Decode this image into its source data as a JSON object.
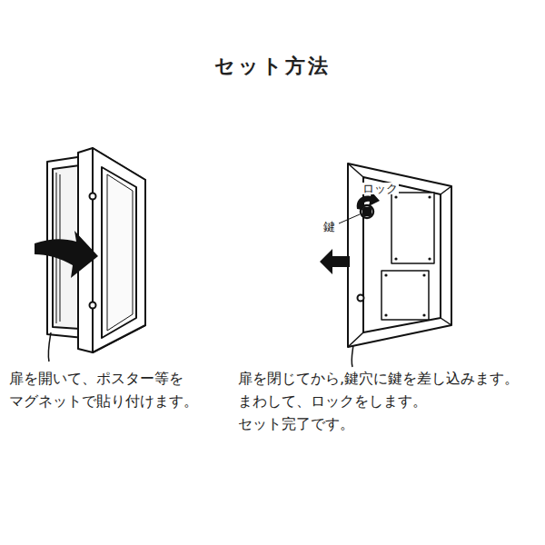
{
  "diagram": {
    "title": "セット方法",
    "labels": [
      "ロック",
      "鍵",
      "扉を開いて、ポスター等を マグネットで貼り付けます。",
      "扉を閉じてから,鍵穴に鍵を差し込みます。 まわして、ロックをします。セット完了です。"
    ]
  }
}
